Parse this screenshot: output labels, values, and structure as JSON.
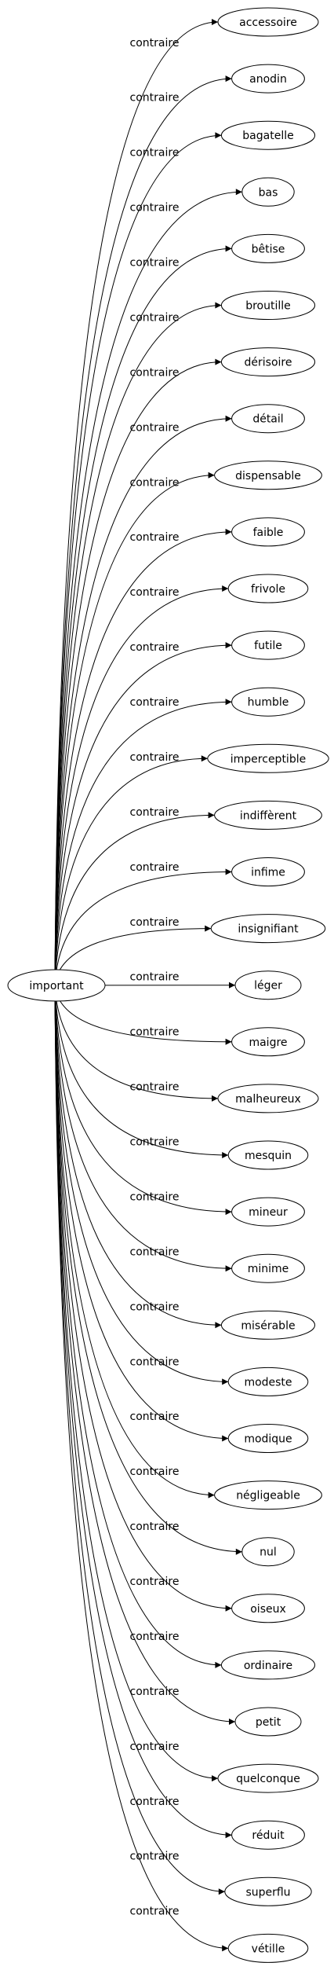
{
  "center": {
    "label": "important"
  },
  "edge_label": "contraire",
  "nodes": [
    "accessoire",
    "anodin",
    "bagatelle",
    "bas",
    "bêtise",
    "broutille",
    "dérisoire",
    "détail",
    "dispensable",
    "faible",
    "frivole",
    "futile",
    "humble",
    "imperceptible",
    "indiffèrent",
    "infime",
    "insignifiant",
    "léger",
    "maigre",
    "malheureux",
    "mesquin",
    "mineur",
    "minime",
    "misérable",
    "modeste",
    "modique",
    "négligeable",
    "nul",
    "oiseux",
    "ordinaire",
    "petit",
    "quelconque",
    "réduit",
    "superflu",
    "vétille"
  ]
}
